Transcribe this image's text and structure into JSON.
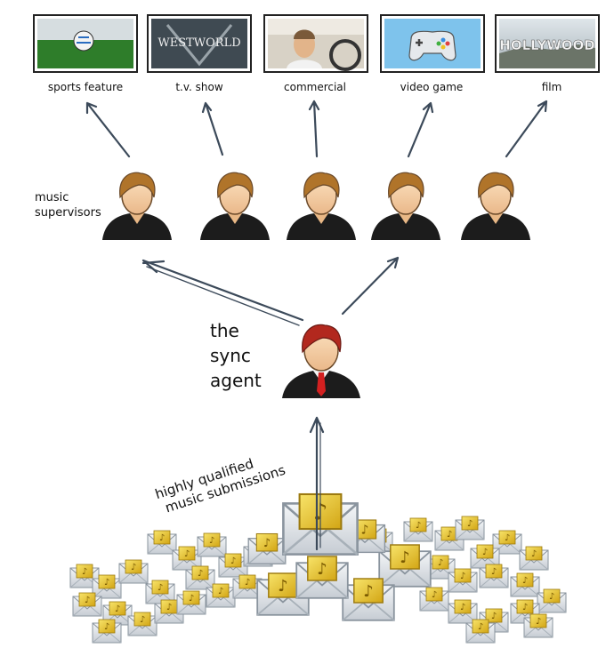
{
  "destinations": [
    {
      "label": "sports feature",
      "image": "soccer-ball-icon"
    },
    {
      "label": "t.v. show",
      "image": "westworld-logo",
      "logo_text": "WESTWORLD"
    },
    {
      "label": "commercial",
      "image": "car-driver-photo"
    },
    {
      "label": "video game",
      "image": "gamepad-icon"
    },
    {
      "label": "film",
      "image": "hollywood-sign",
      "logo_text": "HOLLYWOOD"
    }
  ],
  "supervisors": {
    "label_line1": "music",
    "label_line2": "supervisors",
    "count": 5
  },
  "agent": {
    "line1": "the",
    "line2": "sync",
    "line3": "agent"
  },
  "submissions": {
    "line1": "highly qualified",
    "line2": "music submissions"
  },
  "colors": {
    "arrow": "#3c4a5a",
    "skin": "#f3c99a",
    "supervisor_hair": "#b0742a",
    "agent_hair": "#b2281e",
    "suit": "#1c1c1c",
    "tie": "#d32020",
    "envelope_gold": "#e8c62a",
    "envelope_body": "#dfe4ea"
  }
}
